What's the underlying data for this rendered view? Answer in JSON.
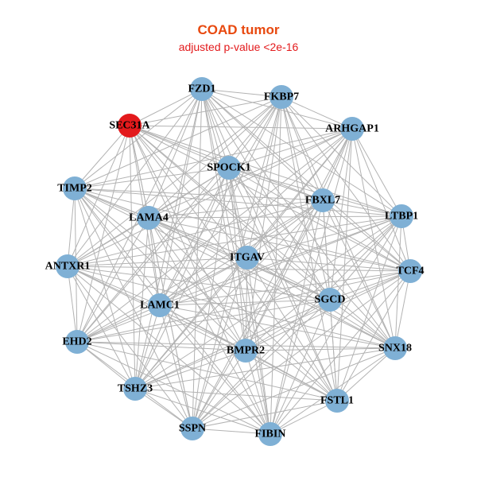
{
  "title": "COAD tumor",
  "subtitle": "adjusted p-value <2e-16",
  "colors": {
    "title": "#e8490f",
    "subtitle": "#e31a1c",
    "node_default": "#7fb0d5",
    "node_highlight": "#e31a1c",
    "edge": "#b3b3b3",
    "label": "#000000"
  },
  "network": {
    "highlighted_node": "SEC31A",
    "nodes": [
      {
        "id": "FZD1"
      },
      {
        "id": "FKBP7"
      },
      {
        "id": "SEC31A"
      },
      {
        "id": "ARHGAP1"
      },
      {
        "id": "SPOCK1"
      },
      {
        "id": "TIMP2"
      },
      {
        "id": "FBXL7"
      },
      {
        "id": "LTBP1"
      },
      {
        "id": "LAMA4"
      },
      {
        "id": "ANTXR1"
      },
      {
        "id": "ITGAV"
      },
      {
        "id": "TCF4"
      },
      {
        "id": "LAMC1"
      },
      {
        "id": "SGCD"
      },
      {
        "id": "EHD2"
      },
      {
        "id": "BMPR2"
      },
      {
        "id": "SNX18"
      },
      {
        "id": "TSHZ3"
      },
      {
        "id": "FSTL1"
      },
      {
        "id": "SSPN"
      },
      {
        "id": "FIBIN"
      }
    ],
    "edges": "all-pairs"
  }
}
